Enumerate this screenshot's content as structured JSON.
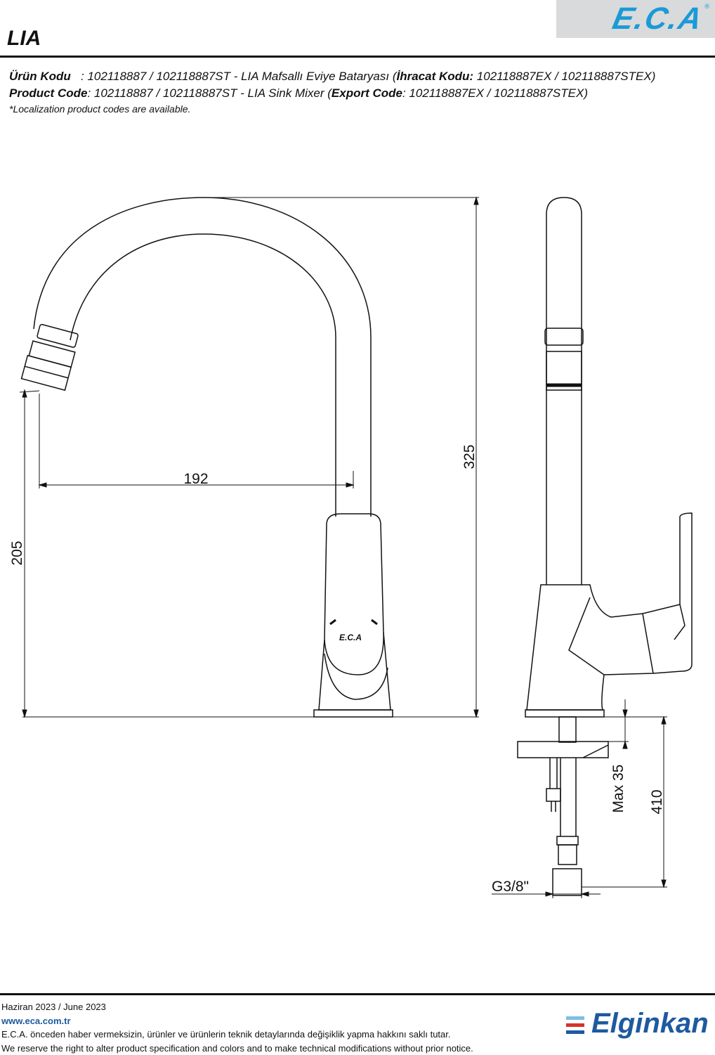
{
  "header": {
    "brand_logo": "E.C.A",
    "title": "LIA",
    "urun_kodu_label": "Ürün Kodu",
    "urun_kodu_value": "   : 102118887 / 102118887ST - LIA Mafsallı Eviye Bataryası (",
    "ihracat_label": "İhracat Kodu:",
    "ihracat_value": " 102118887EX / 102118887STEX)",
    "product_code_label": "Product Code",
    "product_code_value": ": 102118887 / 102118887ST - LIA Sink Mixer (",
    "export_label": "Export Code",
    "export_value": ": 102118887EX / 102118887STEX)",
    "note": "*Localization product codes are available."
  },
  "drawing": {
    "dim_height": "325",
    "dim_reach": "192",
    "dim_spout_height": "205",
    "dim_max_thickness": "Max 35",
    "dim_hose": "410",
    "dim_thread": "G3/8\"",
    "body_logo": "E.C.A"
  },
  "footer": {
    "date": "Haziran 2023 / June 2023",
    "website": "www.eca.com.tr",
    "disclaimer_tr": "E.C.A. önceden haber vermeksizin, ürünler ve ürünlerin teknik detaylarında değişiklik yapma hakkını saklı tutar.",
    "disclaimer_en": "We reserve the right to alter product specification and colors and to make technical modifications without prior notice.",
    "company_logo": "Elginkan"
  },
  "colors": {
    "eca_blue": "#1a9ad6",
    "elginkan_blue": "#1d5aa0",
    "elginkan_red": "#d8322b",
    "elginkan_light": "#7fbde6"
  }
}
